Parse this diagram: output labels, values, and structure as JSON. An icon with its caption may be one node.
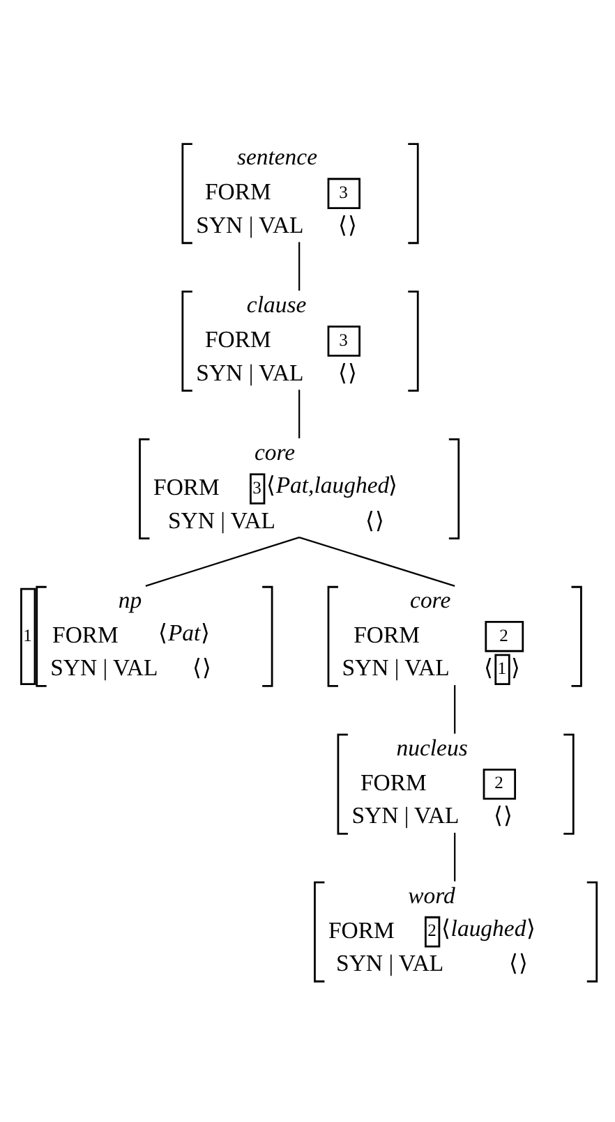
{
  "diagram": {
    "nodes": [
      {
        "text": [
          "sentence",
          "FORM",
          "3",
          "SYN | VAL",
          "⟨⟩"
        ]
      },
      {
        "text": [
          "clause",
          "FORM",
          "3",
          "SYN | VAL",
          "⟨⟩"
        ]
      },
      {
        "text": [
          "core",
          "FORM",
          "3",
          "⟨*Pat,laughed*⟩",
          "SYN | VAL",
          "⟨⟩"
        ]
      },
      {
        "text": [
          "1",
          "np",
          "FORM",
          "⟨*Pat*⟩",
          "SYN | VAL",
          "⟨⟩"
        ]
      },
      {
        "text": [
          "core",
          "FORM",
          "2",
          "SYN | VAL",
          "⟨",
          "1",
          "⟩"
        ]
      },
      {
        "text": [
          "nucleus",
          "FORM",
          "2",
          "SYN | VAL",
          "⟨⟩"
        ]
      },
      {
        "text": [
          "word",
          "FORM",
          "2",
          "⟨*laughed*⟩",
          "SYN | VAL",
          "⟨⟩"
        ]
      }
    ],
    "edges": [
      {
        "from": 0,
        "to": 1,
        "arrow": "none"
      },
      {
        "from": 1,
        "to": 2,
        "arrow": "none"
      },
      {
        "from": 2,
        "to": 3,
        "arrow": "none"
      },
      {
        "from": 2,
        "to": 4,
        "arrow": "none"
      },
      {
        "from": 4,
        "to": 5,
        "arrow": "none"
      },
      {
        "from": 5,
        "to": 6,
        "arrow": "none"
      }
    ]
  }
}
